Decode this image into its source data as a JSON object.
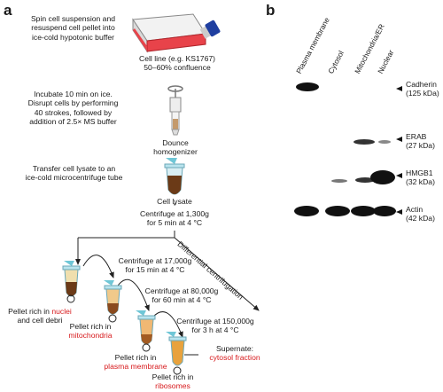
{
  "panel_a_label": "a",
  "panel_b_label": "b",
  "steps": {
    "step1": [
      "Spin cell suspension and",
      "resuspend cell pellet into",
      "ice-cold hypotonic buffer"
    ],
    "step2": [
      "Incubate 10 min on ice.",
      "Disrupt cells by performing",
      "40 strokes, followed by",
      "addition of 2.5× MS buffer"
    ],
    "step3": [
      "Transfer cell lysate to an",
      "ice-cold microcentrifuge tube"
    ]
  },
  "labels": {
    "cell_line": [
      "Cell line (e.g. KS1767)",
      "50–60% confluence"
    ],
    "dounce": [
      "Dounce",
      "homogenizer"
    ],
    "cell_lysate": "Cell lysate",
    "centrifuge1": [
      "Centrifuge at 1,300g",
      "for 5 min at 4 °C"
    ],
    "differential": "Differential centrifugation",
    "centrifuge2": [
      "Centrifuge at 17,000g",
      "for 15 min at 4 °C"
    ],
    "centrifuge3": [
      "Centrifuge at 80,000g",
      "for 60 min at 4 °C"
    ],
    "centrifuge4": [
      "Centrifuge at 150,000g",
      "for 3 h at 4 °C"
    ]
  },
  "pellets": {
    "nuclei": {
      "prefix": "Pellet rich in",
      "name": "nuclei",
      "suffix": "and cell debri"
    },
    "mitochondria": {
      "prefix": "Pellet rich in",
      "name": "mitochondria"
    },
    "plasma_membrane": {
      "prefix": "Pellet rich in",
      "name": "plasma membrane"
    },
    "ribosomes": {
      "prefix": "Pellet rich in",
      "name": "ribosomes"
    },
    "supernate": {
      "prefix": "Supernate:",
      "name": "cytosol fraction"
    }
  },
  "blot": {
    "lanes": [
      "Plasma membrane",
      "Cytosol",
      "Mitochondria/ER",
      "Nuclear"
    ],
    "rows": [
      {
        "protein": "Cadherin",
        "size": "(125 kDa)"
      },
      {
        "protein": "ERAB",
        "size": "(27 kDa)"
      },
      {
        "protein": "HMGB1",
        "size": "(32 kDa)"
      },
      {
        "protein": "Actin",
        "size": "(42 kDa)"
      }
    ]
  },
  "colors": {
    "highlight": "#d7191c",
    "flask_red": "#e8434a",
    "cap_blue": "#1f3fa0",
    "pellet_brown": "#6b3a17"
  }
}
